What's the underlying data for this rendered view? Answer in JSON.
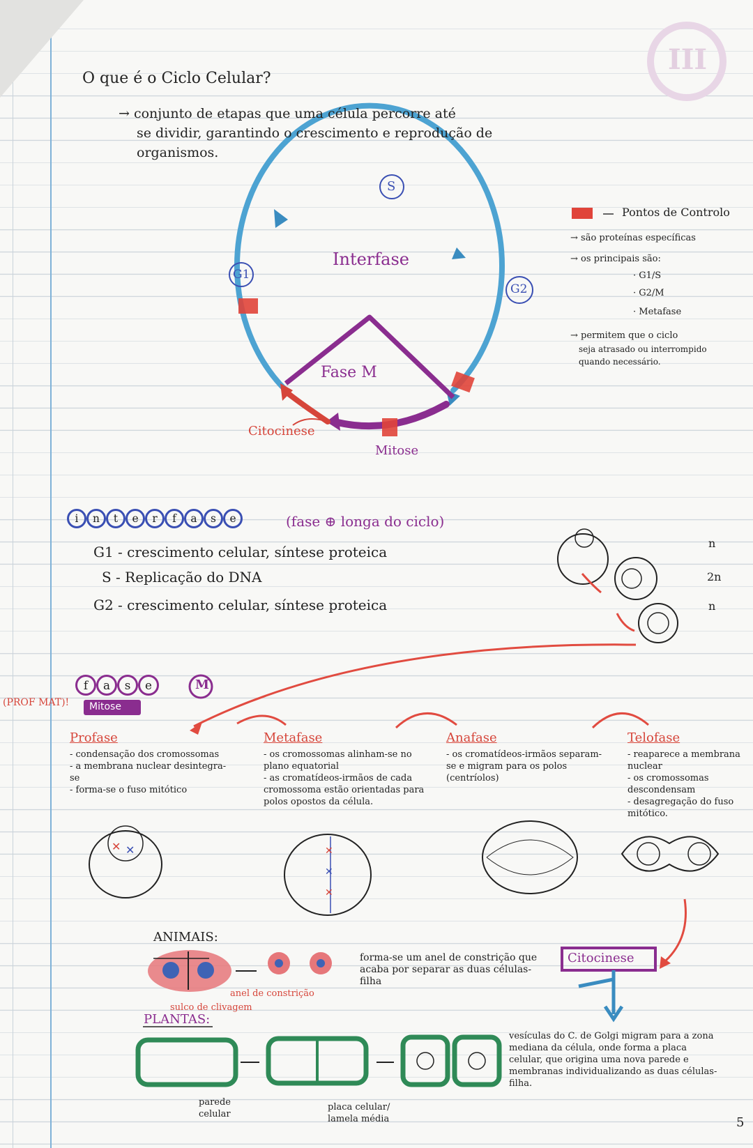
{
  "header": {
    "question": "O que é o Ciclo Celular?",
    "definition_line1": "→ conjunto de etapas que uma célula percorre até",
    "definition_line2": "se dividir, garantindo o crescimento e reprodução de",
    "definition_line3": "organismos.",
    "page_badge": "III",
    "page_number": "5"
  },
  "cycle": {
    "S": "S",
    "G1": "G1",
    "G2": "G2",
    "interfase": "Interfase",
    "faseM": "Fase M",
    "citocinese": "Citocinese",
    "mitose": "Mitose"
  },
  "checkpoints": {
    "title": "Pontos de Controlo",
    "line1": "→ são proteínas específicas",
    "line2": "→ os principais são:",
    "item1": "· G1/S",
    "item2": "· G2/M",
    "item3": "· Metafase",
    "line3": "→ permitem que o ciclo",
    "line4": "seja atrasado ou interrompido",
    "line5": "quando necessário."
  },
  "interfase_section": {
    "title_letters": [
      "i",
      "n",
      "t",
      "e",
      "r",
      "f",
      "a",
      "s",
      "e"
    ],
    "subtitle": "(fase ⊕ longa do ciclo)",
    "g1": "G1 - crescimento celular, síntese proteica",
    "s": "S - Replicação do DNA",
    "g2": "G2 - crescimento celular, síntese proteica",
    "n1": "n",
    "n2": "2n",
    "n3": "n"
  },
  "faseM_section": {
    "title_letters": [
      "f",
      "a",
      "s",
      "e"
    ],
    "h": "M",
    "mitose_badge": "Mitose",
    "prof_note": "(PROF MAT)!"
  },
  "phases": [
    {
      "name": "Profase",
      "text": "- condensação dos cromossomas\n- a membrana nuclear desintegra-se\n- forma-se o fuso mitótico"
    },
    {
      "name": "Metafase",
      "text": "- os cromossomas alinham-se no plano equatorial\n- as cromatídeos-irmãos de cada cromossoma estão orientadas para polos opostos da célula."
    },
    {
      "name": "Anafase",
      "text": "- os cromatídeos-irmãos separam-se e migram para os polos (centríolos)"
    },
    {
      "name": "Telofase",
      "text": "- reaparece a membrana nuclear\n- os cromossomas descondensam\n- desagregação do fuso mitótico."
    }
  ],
  "citocinese_section": {
    "badge": "Citocinese",
    "animais": "ANIMAIS:",
    "animais_desc": "forma-se um anel de constrição que acaba por separar as duas células-filha",
    "anel": "anel de constrição",
    "sulco": "sulco de clivagem",
    "plantas": "PLANTAS:",
    "plantas_desc": "vesículas do C. de Golgi migram para a zona mediana da célula, onde forma a placa celular, que origina uma nova parede e membranas individualizando as duas células-filha.",
    "parede": "parede celular",
    "placa": "placa celular/ lamela média"
  }
}
